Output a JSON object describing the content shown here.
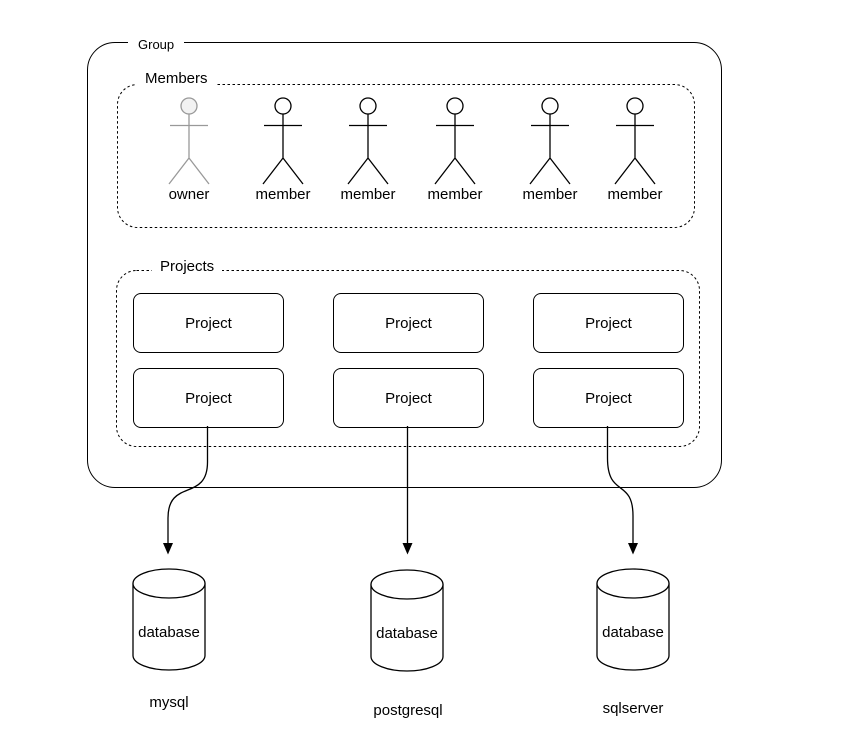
{
  "diagram": {
    "group": {
      "label": "Group"
    },
    "members": {
      "label": "Members",
      "actors": [
        {
          "role": "owner"
        },
        {
          "role": "member"
        },
        {
          "role": "member"
        },
        {
          "role": "member"
        },
        {
          "role": "member"
        },
        {
          "role": "member"
        }
      ]
    },
    "projects": {
      "label": "Projects",
      "boxes": [
        {
          "label": "Project"
        },
        {
          "label": "Project"
        },
        {
          "label": "Project"
        },
        {
          "label": "Project"
        },
        {
          "label": "Project"
        },
        {
          "label": "Project"
        }
      ]
    },
    "databases": [
      {
        "label": "database",
        "engine": "mysql"
      },
      {
        "label": "database",
        "engine": "postgresql"
      },
      {
        "label": "database",
        "engine": "sqlserver"
      }
    ],
    "colors": {
      "line": "#000000",
      "owner_line": "#999999",
      "owner_head_fill": "#f2f2f2",
      "background": "#ffffff"
    }
  }
}
